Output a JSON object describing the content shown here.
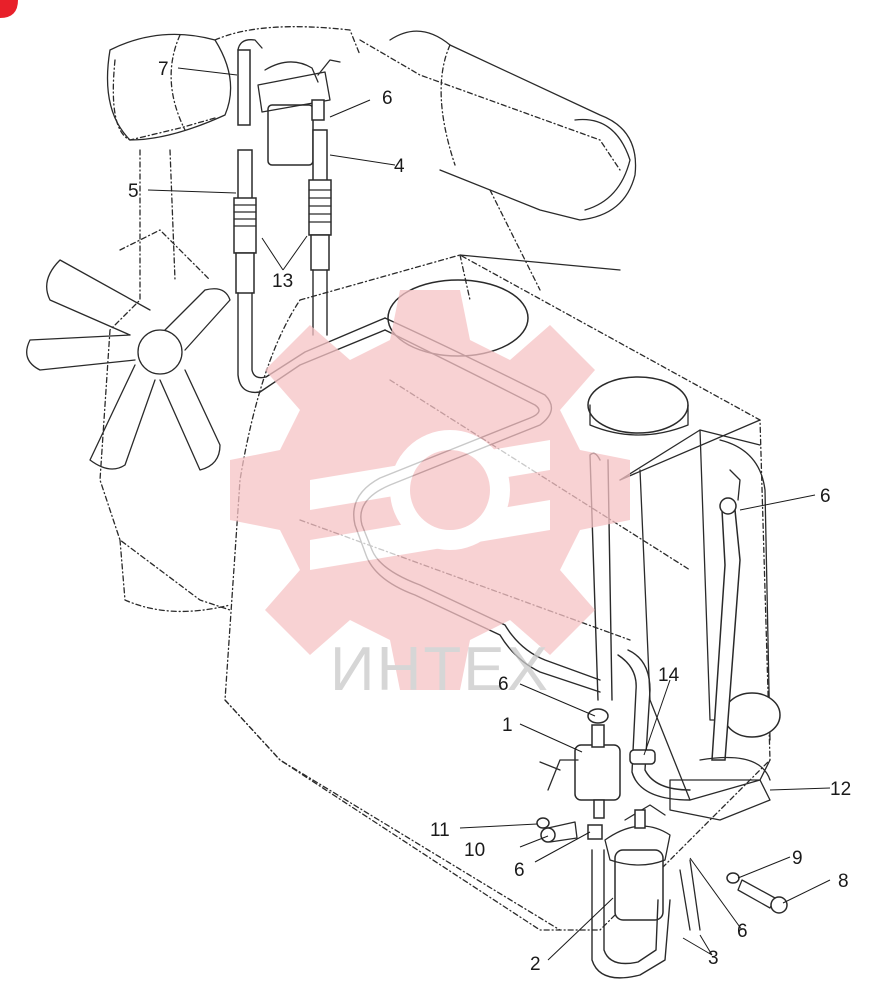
{
  "diagram": {
    "watermark_text": "ИНТЕХ",
    "accent_color": "#e8202a",
    "watermark_gear_color": "#f6c3c5",
    "watermark_text_color": "#c9c9c9",
    "callouts": [
      {
        "id": "c7",
        "text": "7"
      },
      {
        "id": "c6a",
        "text": "6"
      },
      {
        "id": "c4",
        "text": "4"
      },
      {
        "id": "c5",
        "text": "5"
      },
      {
        "id": "c13",
        "text": "13"
      },
      {
        "id": "c6b",
        "text": "6"
      },
      {
        "id": "c14",
        "text": "14"
      },
      {
        "id": "c6c",
        "text": "6"
      },
      {
        "id": "c1",
        "text": "1"
      },
      {
        "id": "c12",
        "text": "12"
      },
      {
        "id": "c11",
        "text": "11"
      },
      {
        "id": "c10",
        "text": "10"
      },
      {
        "id": "c9",
        "text": "9"
      },
      {
        "id": "c6d",
        "text": "6"
      },
      {
        "id": "c8",
        "text": "8"
      },
      {
        "id": "c6e",
        "text": "6"
      },
      {
        "id": "c2",
        "text": "2"
      },
      {
        "id": "c3",
        "text": "3"
      }
    ]
  }
}
